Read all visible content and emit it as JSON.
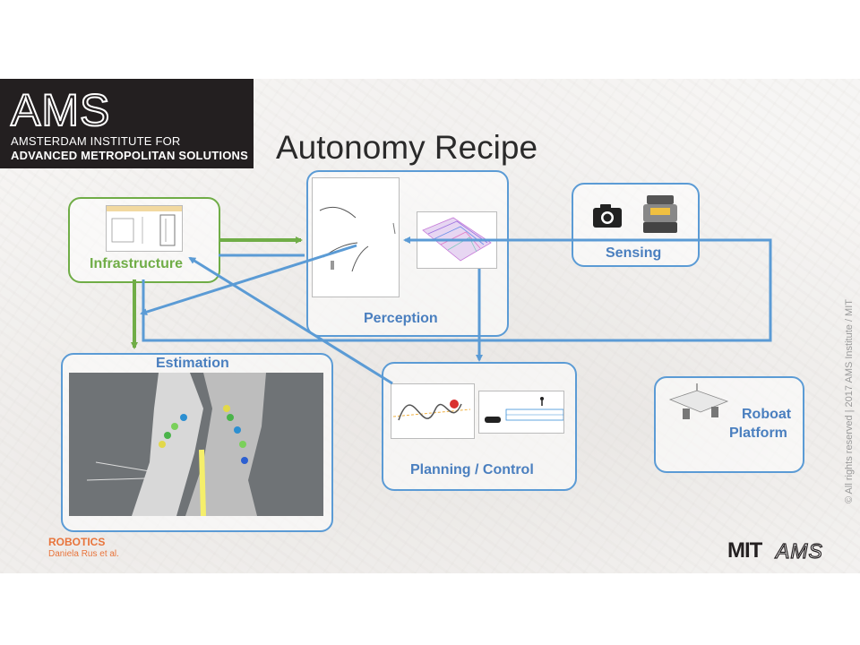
{
  "header": {
    "logo_letters": "AMS",
    "logo_line1": "AMSTERDAM INSTITUTE FOR",
    "logo_line2": "ADVANCED METROPOLITAN SOLUTIONS",
    "title": "Autonomy Recipe"
  },
  "nodes": {
    "infrastructure": "Infrastructure",
    "perception": "Perception",
    "sensing": "Sensing",
    "estimation": "Estimation",
    "planning": "Planning / Control",
    "roboat_line1": "Roboat",
    "roboat_line2": "Platform"
  },
  "footer": {
    "credit_title": "ROBOTICS",
    "credit_author": "Daniela Rus et al.",
    "copyright": "© All rights reserved | 2017 AMS Institute / MIT",
    "brand_mit": "MIT",
    "brand_ams": "AMS"
  },
  "colors": {
    "blue": "#5b9bd5",
    "green": "#70ad47",
    "orange": "#e8743b",
    "dark": "#231f20"
  }
}
